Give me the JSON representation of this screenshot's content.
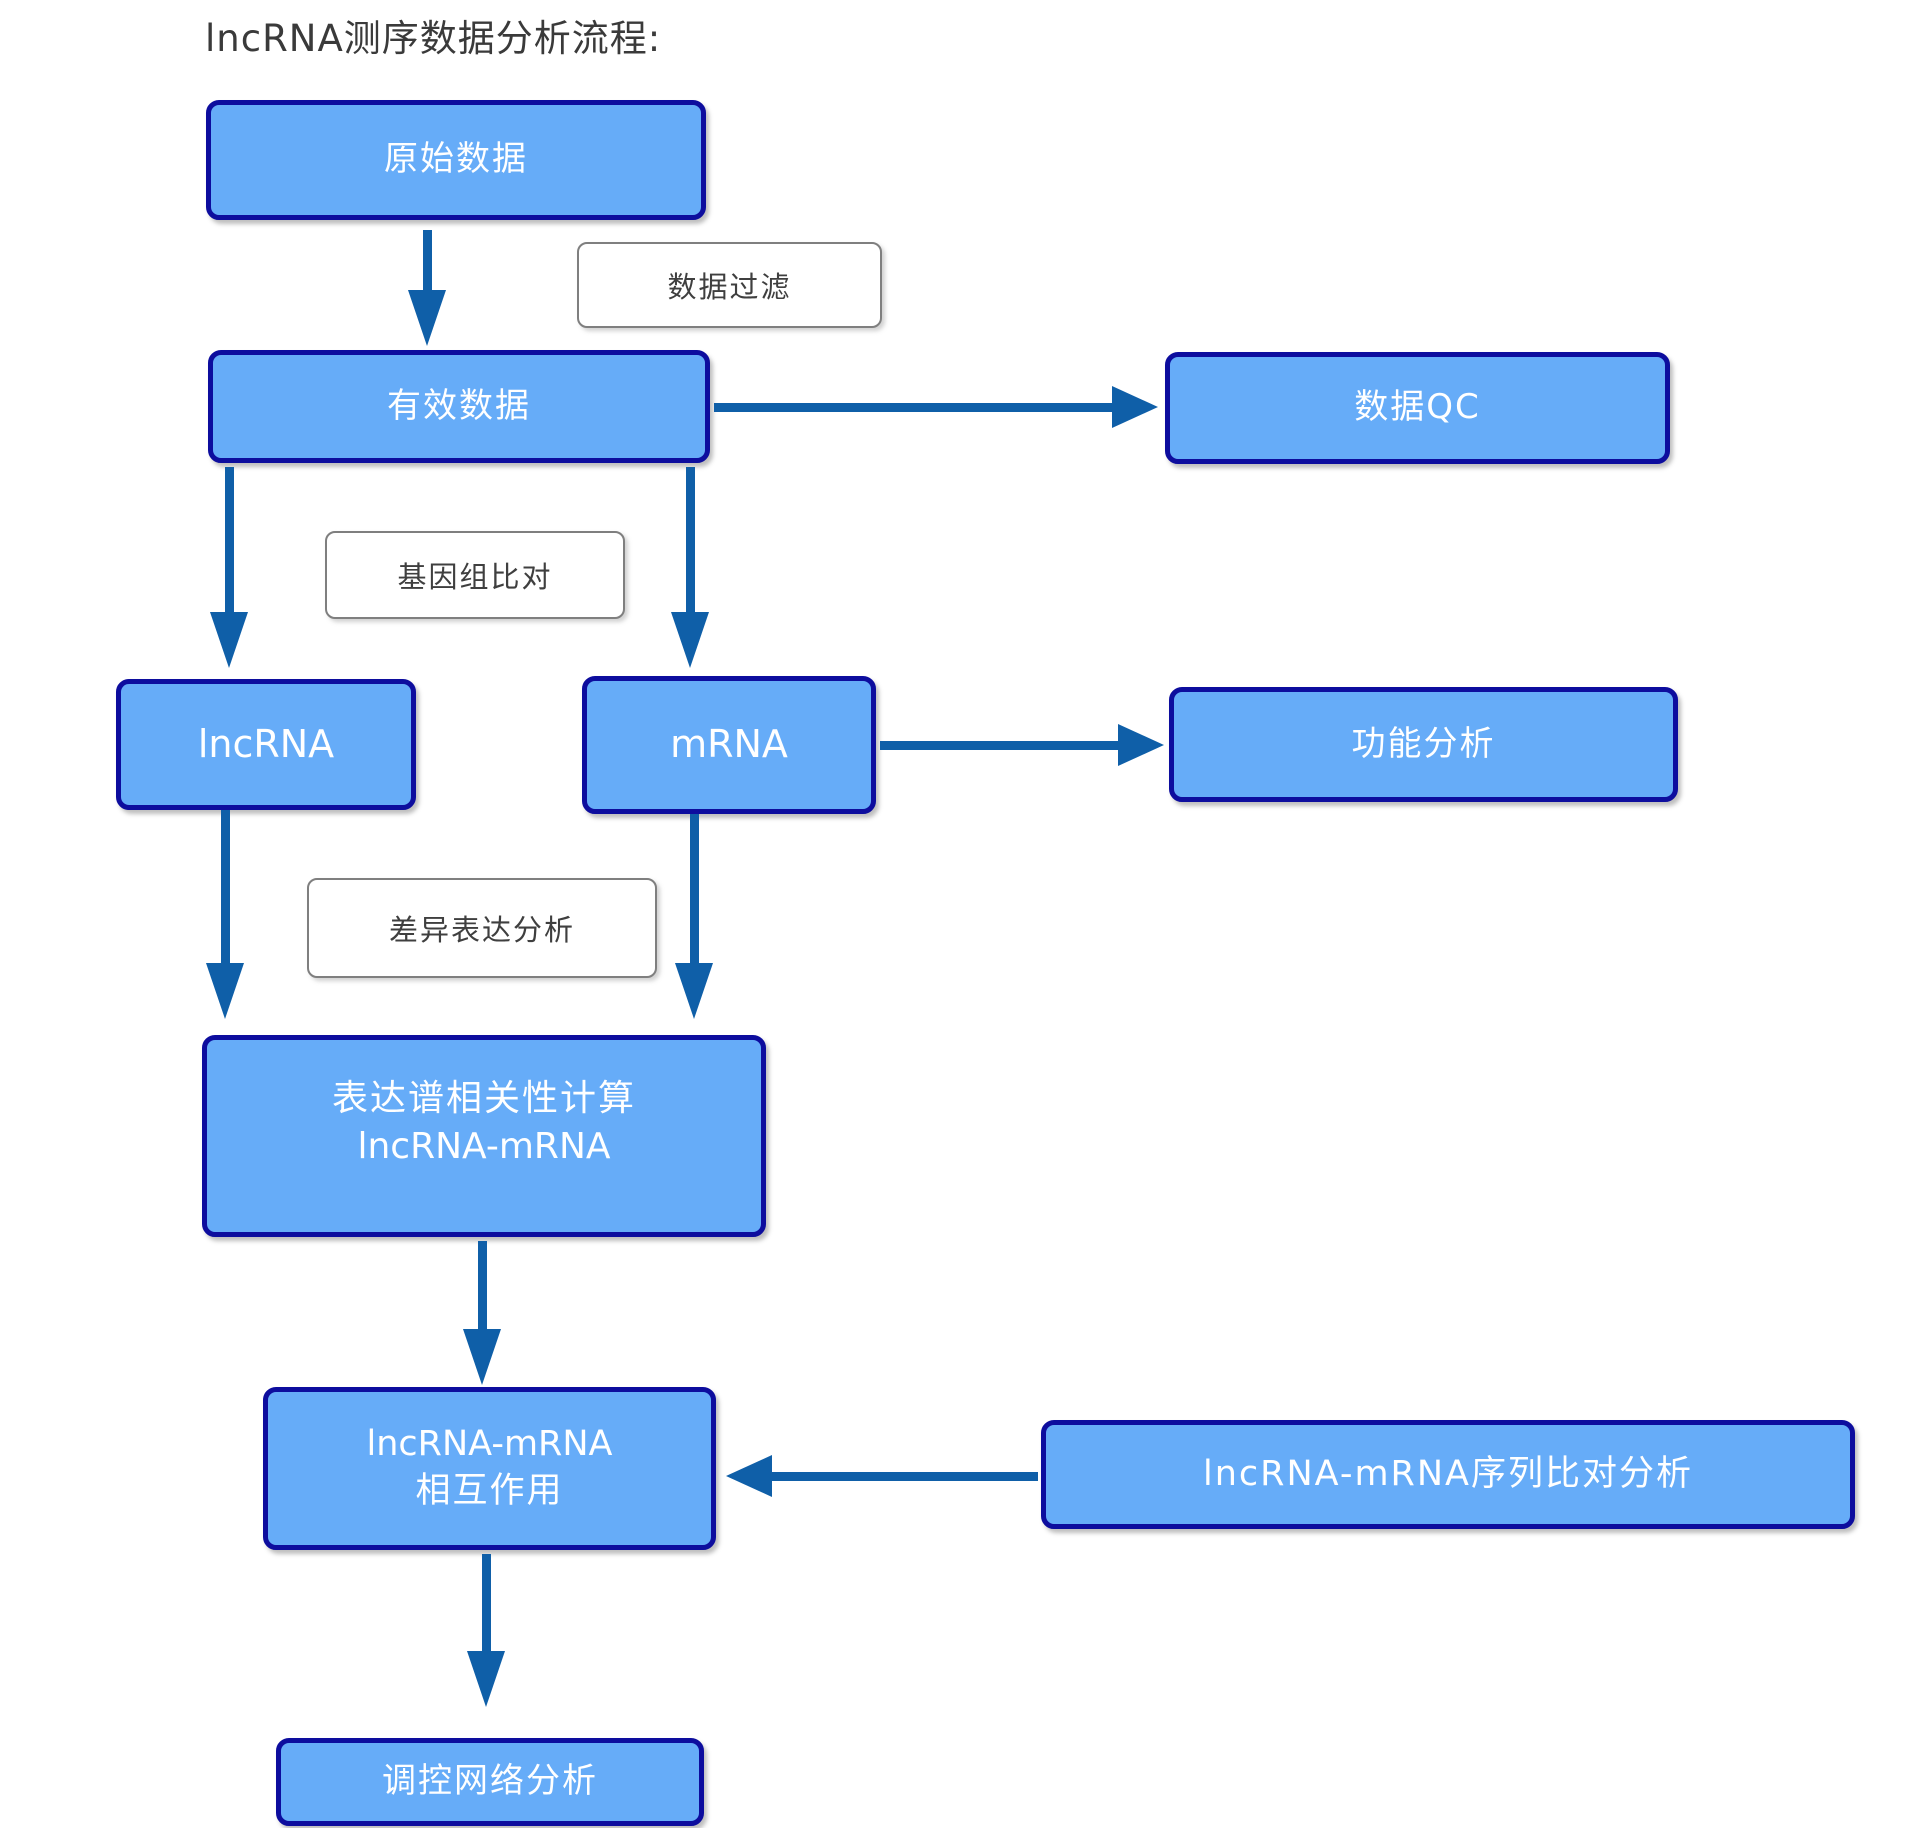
{
  "title": "lncRNA测序数据分析流程:",
  "nodes": {
    "raw": {
      "label": "原始数据"
    },
    "valid": {
      "label": "有效数据"
    },
    "qc": {
      "label": "数据QC"
    },
    "lncrna": {
      "label": "lncRNA"
    },
    "mrna": {
      "label": "mRNA"
    },
    "func": {
      "label": "功能分析"
    },
    "corr": {
      "line1": "表达谱相关性计算",
      "line2": "lncRNA-mRNA"
    },
    "inter": {
      "line1": "lncRNA-mRNA",
      "line2": "相互作用"
    },
    "seqalign": {
      "label": "lncRNA-mRNA序列比对分析"
    },
    "network": {
      "label": "调控网络分析"
    }
  },
  "edge_labels": {
    "filter": "数据过滤",
    "align": "基因组比对",
    "diff": "差异表达分析"
  },
  "colors": {
    "node_fill": "#66ACF8",
    "node_border": "#0D0D9E",
    "node_text": "#FFFFFF",
    "arrow": "#0F5FA8",
    "label_border": "#7F7F7F",
    "label_text": "#3F3F3F",
    "title_text": "#3A3A3A",
    "background": "#FFFFFF"
  }
}
